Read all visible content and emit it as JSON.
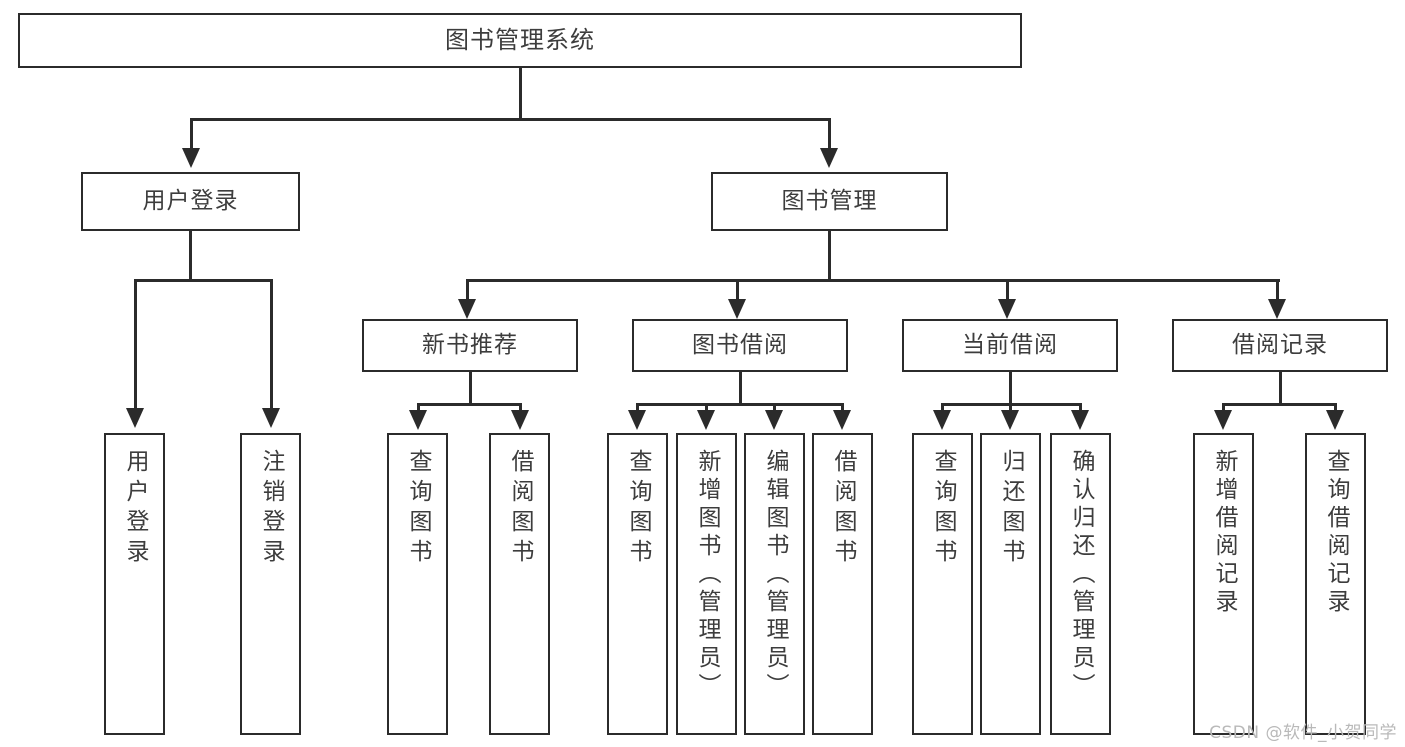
{
  "diagram": {
    "title": "图书管理系统",
    "type": "tree",
    "root": {
      "label": "图书管理系统"
    },
    "level1": [
      {
        "label": "用户登录"
      },
      {
        "label": "图书管理"
      }
    ],
    "level2": [
      {
        "label": "新书推荐"
      },
      {
        "label": "图书借阅"
      },
      {
        "label": "当前借阅"
      },
      {
        "label": "借阅记录"
      }
    ],
    "leaves": {
      "user_login": [
        {
          "label": "用户登录"
        },
        {
          "label": "注销登录"
        }
      ],
      "new_book_recommend": [
        {
          "label": "查询图书"
        },
        {
          "label": "借阅图书"
        }
      ],
      "book_borrow": [
        {
          "label": "查询图书"
        },
        {
          "label": "新增图书（管理员）"
        },
        {
          "label": "编辑图书（管理员）"
        },
        {
          "label": "借阅图书"
        }
      ],
      "current_borrow": [
        {
          "label": "查询图书"
        },
        {
          "label": "归还图书"
        },
        {
          "label": "确认归还（管理员）"
        }
      ],
      "borrow_record": [
        {
          "label": "新增借阅记录"
        },
        {
          "label": "查询借阅记录"
        }
      ]
    }
  },
  "watermark": {
    "text": "CSDN @软件_小贺同学"
  },
  "colors": {
    "stroke": "#2b2b2b",
    "fill": "#ffffff",
    "text": "#3d3d3d",
    "watermark": "#b9b9b9"
  }
}
